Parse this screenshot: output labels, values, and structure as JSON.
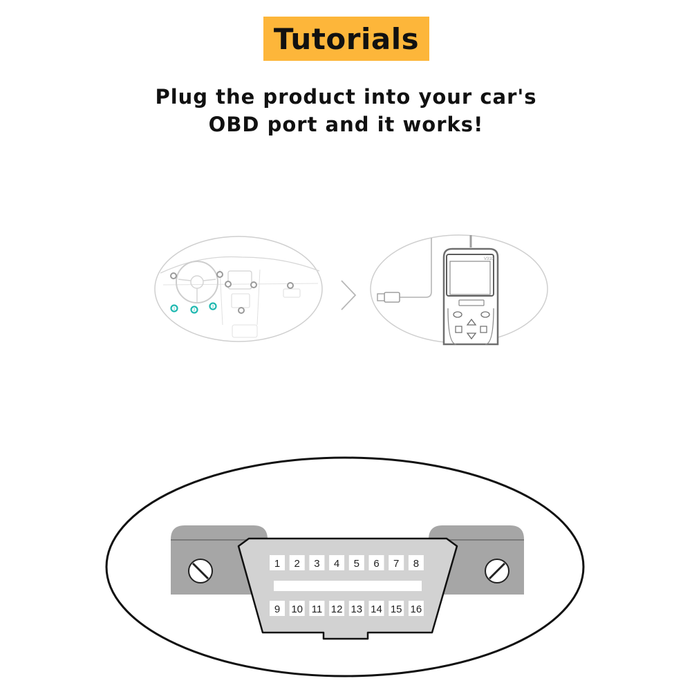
{
  "header": {
    "title": "Tutorials",
    "accent_color": "#fdb63a"
  },
  "instructions": {
    "line1": "Plug the product into your car's",
    "line2": "OBD port and it works!"
  },
  "illustration": {
    "step_arrow_icon": "chevron-right-icon",
    "dashboard_port_markers": [
      "1",
      "2",
      "3"
    ],
    "marker_color": "#1fb8b0",
    "device_label": "V310"
  },
  "obd_connector": {
    "top_row_pins": [
      "1",
      "2",
      "3",
      "4",
      "5",
      "6",
      "7",
      "8"
    ],
    "bottom_row_pins": [
      "9",
      "10",
      "11",
      "12",
      "13",
      "14",
      "15",
      "16"
    ]
  }
}
